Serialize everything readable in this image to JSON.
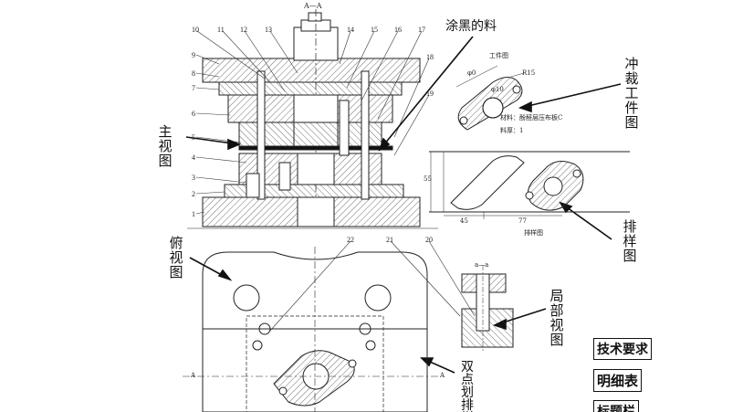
{
  "section_label": "A—A",
  "part_numbers_top": [
    "10",
    "11",
    "12",
    "13",
    "14",
    "15",
    "16",
    "17",
    "18",
    "19"
  ],
  "part_numbers_left": [
    "9",
    "8",
    "7",
    "6",
    "5",
    "4",
    "3",
    "2",
    "1"
  ],
  "part_numbers_mid": [
    "22",
    "21",
    "20"
  ],
  "callouts": {
    "coated_strip": "涂黑的料",
    "main_view": "主视图",
    "top_view": "俯视图",
    "blank_part": "冲裁工件图",
    "layout": "排样图",
    "partial_view": "局部视图",
    "double_dot_line": "双点划排样"
  },
  "workpiece": {
    "title": "工件图",
    "dim_phi": "φ0",
    "dim_r": "R15",
    "dim_hole": "φ10",
    "material": "材料：酚醛层压布板C",
    "thickness": "料厚：1"
  },
  "layout_drawing": {
    "title": "排样图",
    "dim_height": "55",
    "dim_a": "45",
    "dim_b": "77"
  },
  "detail_label": "a—a",
  "section_a_left": "A",
  "section_a_right": "A",
  "boxes": {
    "tech_req": "技术要求",
    "parts_list": "明细表",
    "title_block": "标题栏"
  }
}
